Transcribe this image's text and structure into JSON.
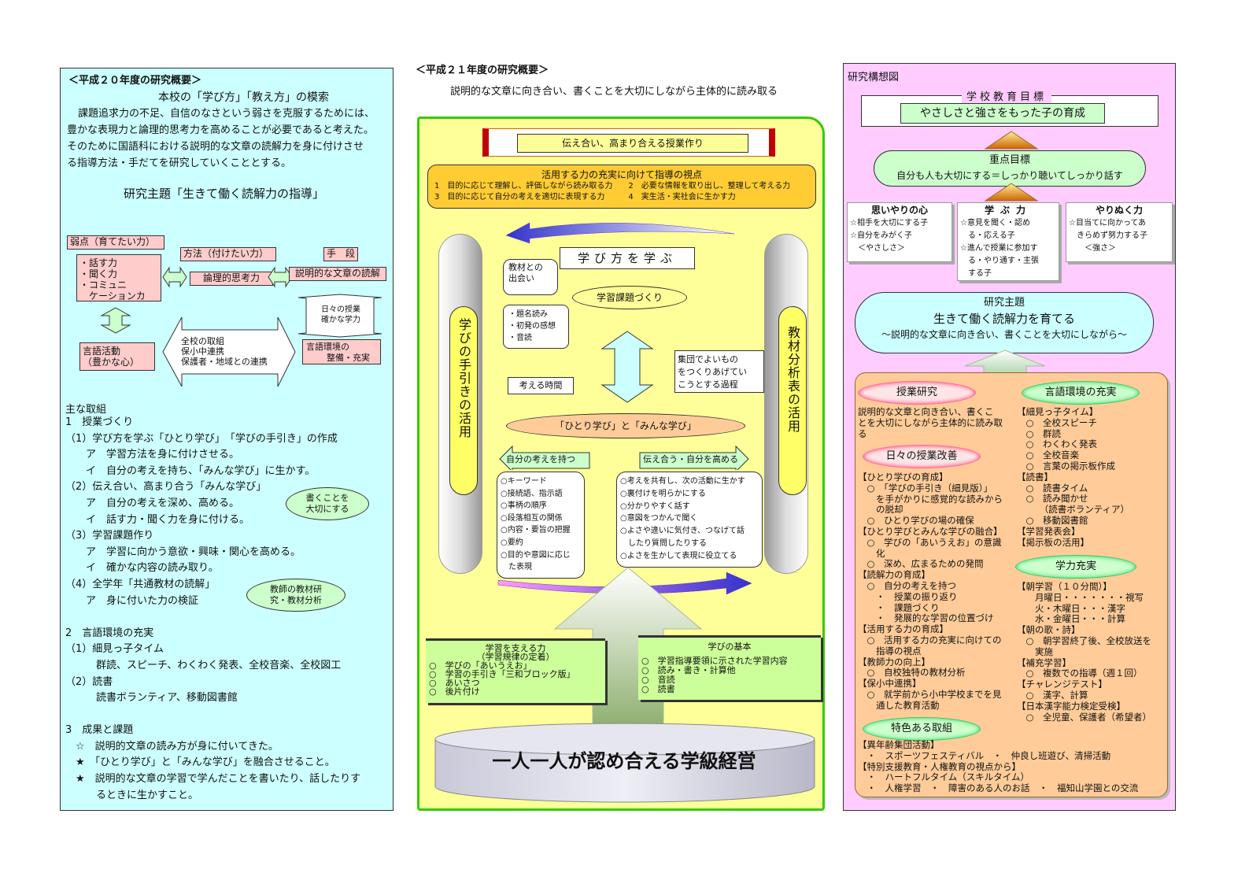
{
  "left": {
    "header": "＜平成２０年度の研究概要＞",
    "subtitle": "本校の「学び方」「教え方」の模索",
    "intro": [
      "課題追求力の不足、自信のなさという弱さを克服するためには、",
      "豊かな表現力と論理的思考力を高めることが必要であると考えた。",
      "そのために国語科における説明的な文章の読解力を身に付けさせ",
      "る指導方法・手だてを研究していくこととする。"
    ],
    "theme": "研究主題「生きて働く読解力の指導」",
    "weak_label": "弱点（育てたい力）",
    "weak_items": [
      "・話す力",
      "・聞く力",
      "・コミュニ",
      "　ケーションカ"
    ],
    "method_label": "方法（付けたい力）",
    "method_value": "論理的思考力",
    "means_label": "手　段",
    "means_value": "説明的な文章の読解",
    "daily_lines": [
      "日々の授業",
      "確かな学力"
    ],
    "gengo_lines": [
      "言語活動",
      "（豊かな心）"
    ],
    "school_lines": [
      "全校の取組",
      "保小中連携",
      "保護者・地域との連携"
    ],
    "env_lines": [
      "言語環境の",
      "整備・充実"
    ],
    "main_title": "主な取組",
    "items": [
      "1　授業づくり",
      "（1）学び方を学ぶ「ひとり学び」　「学びの手引き」の作成",
      "　　ア　学習方法を身に付けさせる。",
      "　　イ　自分の考えを持ち、「みんな学び」に生かす。",
      "（2）伝え合い、高まり合う「みんな学び」",
      "　　ア　自分の考えを深め、高める。",
      "　　イ　話す力・聞く力を身に付ける。",
      "（3）学習課題作り",
      "　　ア　学習に向かう意欲・興味・関心を高める。",
      "　　イ　確かな内容の読み取り。",
      "（4）全学年「共通教材の読解」",
      "　　ア　身に付いた力の検証",
      "",
      "2　言語環境の充実",
      "（1）細見っ子タイム",
      "　　　群読、スピーチ、わくわく発表、全校音楽、全校図工",
      "（2）読書",
      "　　　読書ボランティア、移動図書館",
      "",
      "3　成果と課題",
      "　☆　説明的文章の読み方が身に付いてきた。",
      "　★　「ひとり学び」と「みんな学び」を融合させること。",
      "　★　説明的な文章の学習で学んだことを書いたり、話したりす",
      "　　　るときに生かすこと。"
    ],
    "oval1": [
      "書くことを",
      "大切にする"
    ],
    "oval2": [
      "教師の教材研",
      "究・教材分析"
    ]
  },
  "center": {
    "header": "＜平成２１年度の研究概要＞",
    "subtitle": "説明的な文章に向き合い、書くことを大切にしながら主体的に読み取る",
    "banner": "伝え合い、高まり合える授業作り",
    "viewpoint_title": "活用する力の充実に向けて指導の視点",
    "viewpoints": [
      "1　目的に応じて理解し、評価しながら読み取る力　　2　必要な情報を取り出し、整理して考える力",
      "3　目的に応じて自分の考えを適切に表現する力　　　4　実生活・実社会に生かす力"
    ],
    "manabi": "学び方を学ぶ",
    "left_pillar": "学びの手引きの活用",
    "right_pillar": "教材分析表の活用",
    "kyozai": [
      "教材との",
      "出会い"
    ],
    "kadai": "学習課題づくり",
    "kadai_items": [
      "・題名読み",
      "・初発の感想",
      "・音読"
    ],
    "shudan": [
      "集団でよいもの",
      "をつくりあげてい",
      "こうとする過程"
    ],
    "kangaeru": "考える時間",
    "hitori": "「ひとり学び」と「みんな学び」",
    "jibun": "自分の考えを持つ",
    "tsutae": "伝え合う・自分を高める",
    "left_list": [
      "○キーワード",
      "○接続語、指示語",
      "○事柄の順序",
      "○段落相互の関係",
      "○内容・要旨の把握",
      "○要約",
      "○目的や意図に応じ",
      "　た表現"
    ],
    "right_list": [
      "○考えを共有し、次の活動に生かす",
      "○裏付けを明らかにする",
      "○分かりやすく話す",
      "○意図をつかんで聞く",
      "○よさや違いに気付き、つなげて話",
      "　したり質問したりする",
      "○よさを生かして表現に役立てる"
    ],
    "support_title": [
      "学習を支える力",
      "（学習規律の定着）"
    ],
    "support_items": [
      "○　学びの「あいうえお」",
      "○　学習の手引き「三和ブロック版」",
      "○　あいさつ",
      "○　後片付け"
    ],
    "basics_title": "学びの基本",
    "basics_items": [
      "○　学習指導要領に示された学習内容",
      "○　読み・書き・計算他",
      "○　音読",
      "○　読書"
    ],
    "foundation": "一人一人が認め合える学級経営"
  },
  "right": {
    "header": "研究構想図",
    "goal_label": "学校教育目標",
    "goal": "やさしさと強さをもった子の育成",
    "focus_title": "重点目標",
    "focus": "自分も人も大切にする＝しっかり聴いてしっかり話す",
    "col1_title": "思いやりの心",
    "col1": [
      "☆相手を大切にする子",
      "☆自分をみがく子",
      "　＜やさしさ＞"
    ],
    "col2_title": "学ぶ力",
    "col2": [
      "☆意見を聞く・認め",
      "　る・応える子",
      "☆進んで授業に参加す",
      "　る・やり通す・主張",
      "　する子"
    ],
    "col3_title": "やりぬく力",
    "col3": [
      "☆目当てに向かってあ",
      "　きらめず努力する子",
      "　　＜強さ＞"
    ],
    "theme_label": "研究主題",
    "theme": "生きて働く読解力を育てる",
    "theme_sub": "～説明的な文章に向き合い、書くことを大切にしながら～",
    "jugyo": "授業研究",
    "jugyo_text": [
      "説明的な文章と向き合い、書くこ",
      "とを大切にしながら主体的に読み取",
      "る"
    ],
    "hibi": "日々の授業改善",
    "hibi_text": [
      "【ひとり学びの育成】",
      "　○　「学びの手引き（細見版）」",
      "　　を手がかりに感覚的な読みから",
      "　　の脱却",
      "　○　ひとり学びの場の確保",
      "【ひとり学びとみんな学びの融合】",
      "　○　学びの「あいうえお」の意識",
      "　　化",
      "　○　深め、広まるための発問",
      "【読解力の育成】",
      "　○　自分の考えを持つ",
      "　　・　授業の振り返り",
      "　　・　課題づくり",
      "　　・　発展的な学習の位置づけ",
      "【活用する力の育成】",
      "　○　活用する力の充実に向けての",
      "　　指導の視点",
      "【教師力の向上】",
      "　○　自校独特の教材分析",
      "【保小中連携】",
      "　○　就学前から小中学校までを見",
      "　　通した教育活動"
    ],
    "gengo": "言語環境の充実",
    "gengo_text": [
      "【細見っ子タイム】",
      "　○　全校スピーチ",
      "　○　群読",
      "　○　わくわく発表",
      "　○　全校音楽",
      "　○　言葉の掲示板作成",
      "【読書】",
      "　○　読書タイム",
      "　○　読み聞かせ",
      "　　　（読書ボランティア）",
      "　○　移動図書館",
      "【学習発表会】",
      "【掲示板の活用】"
    ],
    "gakuryoku": "学力充実",
    "gakuryoku_text": [
      "【朝学習（１０分間）】",
      "　　月曜日・・・・・・・視写",
      "　　火・木曜日・・・漢字",
      "　　水・金曜日・・・計算",
      "【朝の歌・詩】",
      "　○　朝学習終了後、全校放送を",
      "　　実施",
      "【補充学習】",
      "　○　複数での指導（週１回）",
      "【チャレンジテスト】",
      "　○　漢字、計算",
      "【日本漢字能力検定受検】",
      "　○　全児童、保護者（希望者）"
    ],
    "tokushoku": "特色ある取組",
    "tokushoku_text": [
      "【異年齢集団活動】",
      "　・　スポーツフェスティバル　・　仲良し班遊び、清掃活動",
      "【特別支援教育・人権教育の視点から】",
      "　・　ハートフルタイム（スキルタイム）",
      "　・　人権学習　・　障害のある人のお話　・　福知山学園との交流"
    ]
  }
}
